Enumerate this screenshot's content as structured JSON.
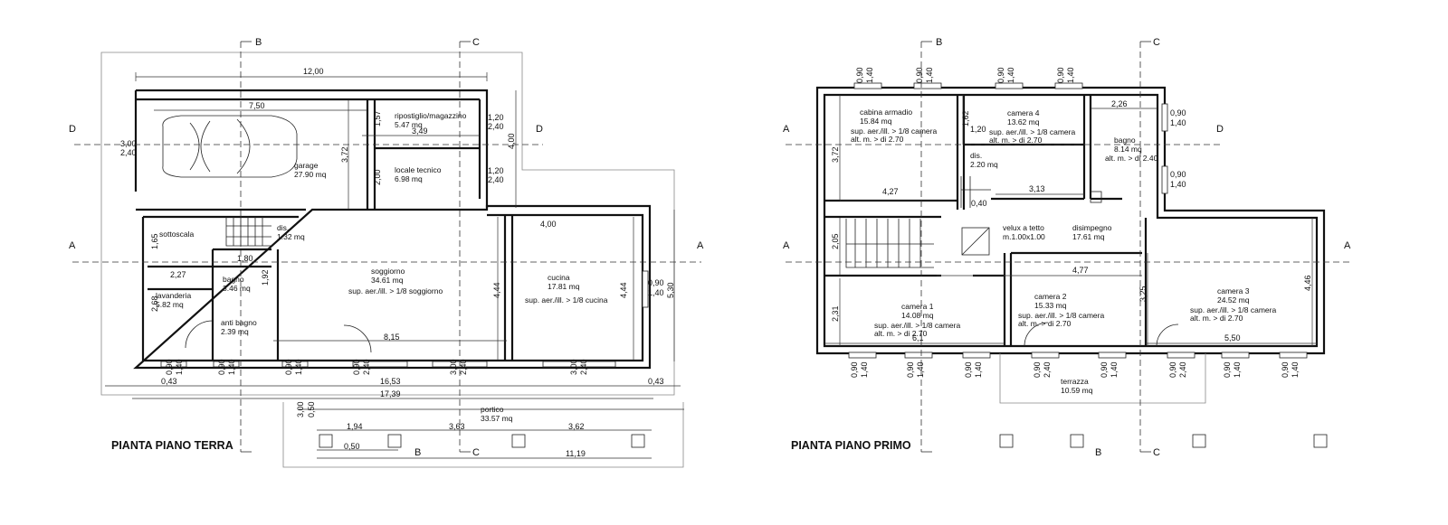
{
  "ground_floor": {
    "title": "PIANTA PIANO TERRA",
    "rooms": {
      "garage": {
        "name": "garage",
        "area": "27.90 mq"
      },
      "ripostiglio": {
        "name": "ripostiglio/magazzino",
        "area": "5.47 mq"
      },
      "locale_tecnico": {
        "name": "locale tecnico",
        "area": "6.98 mq"
      },
      "sottoscala": {
        "name": "sottoscala"
      },
      "dis": {
        "name": "dis.",
        "area": "1.32 mq"
      },
      "soggiorno": {
        "name": "soggiorno",
        "area": "34.61 mq",
        "note": "sup. aer./ill. > 1/8 soggiorno"
      },
      "cucina": {
        "name": "cucina",
        "area": "17.81 mq",
        "note": "sup. aer./ill. > 1/8 cucina"
      },
      "bagno": {
        "name": "bagno",
        "area": "3.46 mq"
      },
      "lavanderia": {
        "name": "lavanderia",
        "area": "5.82 mq"
      },
      "antibagno": {
        "name": "anti bagno",
        "area": "2.39 mq"
      },
      "portico": {
        "name": "portico",
        "area": "33.57 mq"
      }
    },
    "dims": {
      "w1200": "12,00",
      "w750": "7,50",
      "w349": "3,49",
      "h157": "1,57",
      "h372": "3,72",
      "h400": "4,00",
      "h200": "2,00",
      "w120a": "1,20",
      "w240a": "2,40",
      "w120b": "1,20",
      "w240b": "2,40",
      "w300": "3,00",
      "w240c": "2,40",
      "h165": "1,65",
      "w180": "1,80",
      "w227": "2,27",
      "h192": "1,92",
      "h268": "2,68",
      "w400": "4,00",
      "h444a": "4,44",
      "h444b": "4,44",
      "w090": "0,90",
      "w140": "1,40",
      "h530": "5,30",
      "w815": "8,15",
      "w1653": "16,53",
      "w043a": "0,43",
      "w043b": "0,43",
      "w1739": "17,39",
      "h300": "3,00",
      "h050": "0,50",
      "w194": "1,94",
      "w363": "3,63",
      "w362": "3,62",
      "w050": "0,50",
      "w1119": "11,19",
      "win": [
        {
          "a": "0,90",
          "b": "1,40"
        },
        {
          "a": "0,90",
          "b": "1,40"
        },
        {
          "a": "0,90",
          "b": "1,40"
        },
        {
          "a": "0,90",
          "b": "2,40"
        },
        {
          "a": "3,00",
          "b": "2,40"
        },
        {
          "a": "3,00",
          "b": "2,40"
        }
      ]
    },
    "sections": {
      "b": "B",
      "c": "C",
      "d": "D",
      "a": "A"
    }
  },
  "first_floor": {
    "title": "PIANTA PIANO PRIMO",
    "rooms": {
      "cabina": {
        "name": "cabina armadio",
        "area": "15.84 mq",
        "note1": "sup. aer./ill. > 1/8 camera",
        "note2": "alt. m. > di 2.70"
      },
      "camera4": {
        "name": "camera 4",
        "area": "13.62 mq",
        "note1": "sup. aer./ill. > 1/8 camera",
        "note2": "alt. m. > di 2.70"
      },
      "bagno": {
        "name": "bagno",
        "area": "8.14 mq",
        "note": "alt. m. > di 2.40"
      },
      "dis": {
        "name": "dis.",
        "area": "2.20 mq"
      },
      "velux": {
        "line1": "velux a tetto",
        "line2": "m.1.00x1.00"
      },
      "disimpegno": {
        "name": "disimpegno",
        "area": "17.61 mq"
      },
      "camera1": {
        "name": "camera 1",
        "area": "14.08 mq",
        "note1": "sup. aer./ill. > 1/8 camera",
        "note2": "alt. m. > di 2.70"
      },
      "camera2": {
        "name": "camera 2",
        "area": "15.33 mq",
        "note1": "sup. aer./ill. > 1/8 camera",
        "note2": "alt. m. > di 2.70"
      },
      "camera3": {
        "name": "camera 3",
        "area": "24.52 mq",
        "note1": "sup. aer./ill. > 1/8 camera",
        "note2": "alt. m. > di 2.70"
      },
      "terrazza": {
        "name": "terrazza",
        "area": "10.59 mq"
      }
    },
    "dims": {
      "w226": "2,26",
      "w090a": "0,90",
      "w140a": "1,40",
      "w090b": "0,90",
      "w140b": "1,40",
      "h372": "3,72",
      "w427": "4,27",
      "h162": "1,62",
      "w120": "1,20",
      "w313": "3,13",
      "w040": "0,40",
      "h205": "2,05",
      "w477": "4,77",
      "h231": "2,31",
      "w61": "6,1",
      "h325": "3,25",
      "h446": "4,46",
      "w550": "5,50",
      "topwin": [
        {
          "a": "0,90",
          "b": "1,40"
        },
        {
          "a": "0,90",
          "b": "1,40"
        },
        {
          "a": "0,90",
          "b": "1,40"
        },
        {
          "a": "0,90",
          "b": "1,40"
        }
      ],
      "botwin": [
        {
          "a": "0,90",
          "b": "1,40"
        },
        {
          "a": "0,90",
          "b": "1,40"
        },
        {
          "a": "0,90",
          "b": "1,40"
        },
        {
          "a": "0,90",
          "b": "2,40"
        },
        {
          "a": "0,90",
          "b": "1,40"
        },
        {
          "a": "0,90",
          "b": "2,40"
        },
        {
          "a": "0,90",
          "b": "1,40"
        },
        {
          "a": "0,90",
          "b": "1,40"
        }
      ]
    },
    "sections": {
      "b": "B",
      "c": "C",
      "d": "D",
      "a": "A"
    }
  }
}
